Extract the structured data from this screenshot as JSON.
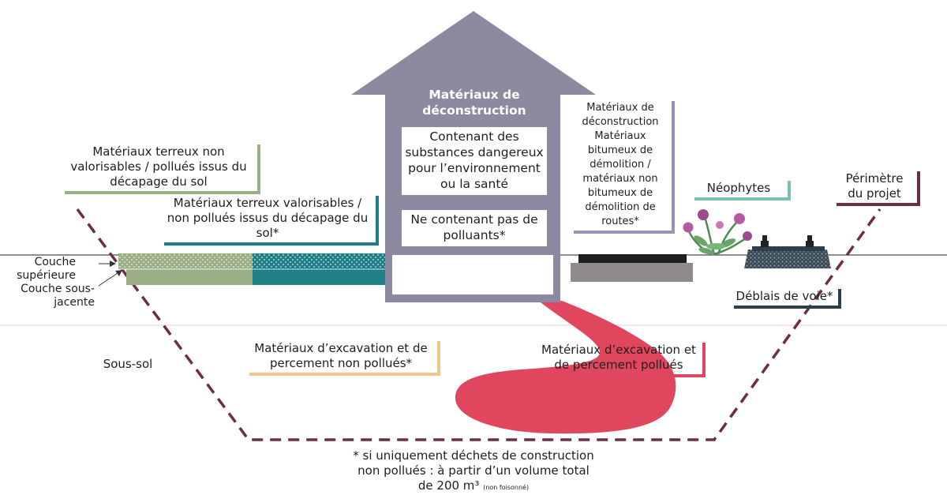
{
  "house": {
    "title": "Matériaux de déconstruction",
    "box_dangerous": "Contenant des substances dangereux pour l’environnement ou la santé",
    "box_clean": "Ne contenant pas de polluants*"
  },
  "labels": {
    "terreux_non_valorisables": "Matériaux terreux non valorisables / pollués issus du décapage du sol",
    "terreux_valorisables": "Matériaux terreux valorisables / non pollués issus du décapage du sol*",
    "bitumeux": "Matériaux de déconstruction Matériaux bitumeux de démolition / matériaux non bitumeux de démolition de routes*",
    "neophytes": "Néophytes",
    "perimetre": "Périmètre du projet",
    "couche_superieure": "Couche supérieure",
    "couche_sous_jacente": "Couche sous-jacente",
    "deblais_voie": "Déblais de voie*",
    "sous_sol": "Sous-sol",
    "excavation_non_pollues": "Matériaux d’excavation et de percement non pollués*",
    "excavation_pollues": "Matériaux d’excavation et de percement pollués"
  },
  "footnote": {
    "line1": "* si uniquement déchets de construction",
    "line2": "non pollués : à partir d’un volume total",
    "line3_main": "de 200 m³",
    "line3_small": "(non foisonné)"
  },
  "colors": {
    "house": "#8b8aa0",
    "soil_green": "#9aaf86",
    "soil_teal": "#1e7f86",
    "polluted": "#e0475e",
    "perimeter": "#6b2e46",
    "neophytes": "#7fbfb3",
    "deblais": "#2e3e4a",
    "bitumen_bar": "#9d92b6",
    "sand": "#f0c68e"
  }
}
